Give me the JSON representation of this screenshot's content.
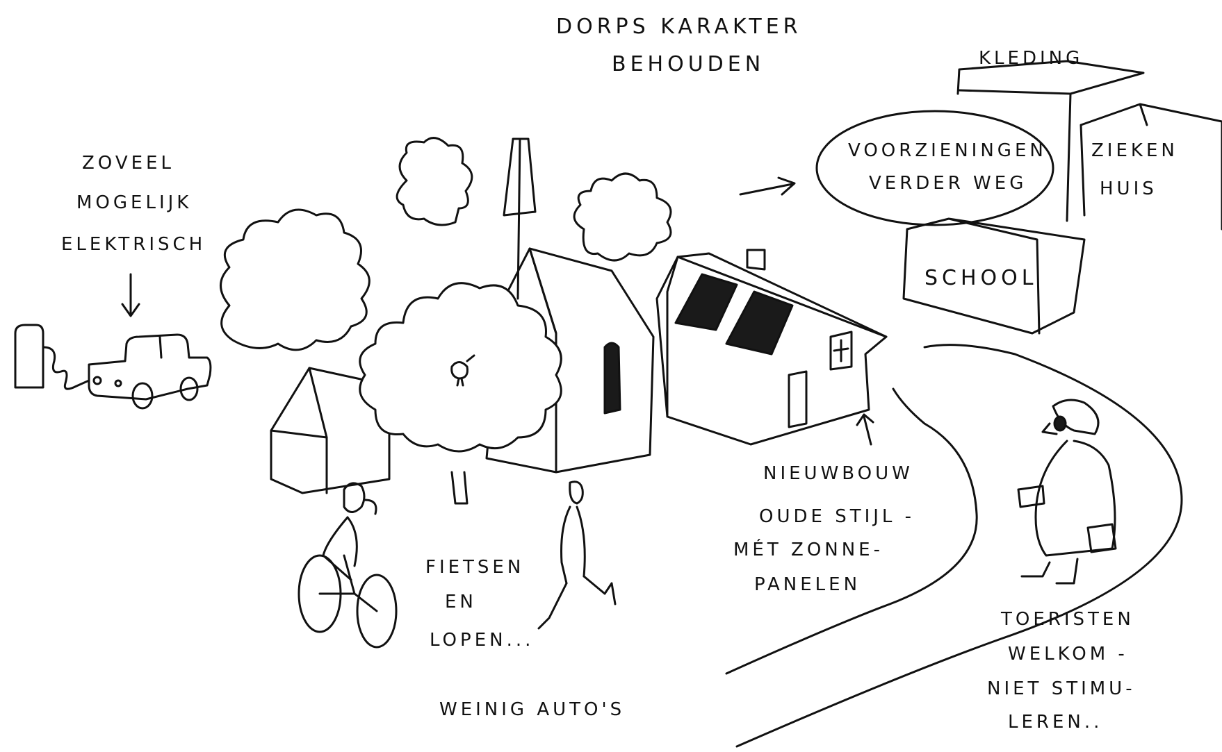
{
  "title": [
    "DORPS KARAKTER",
    "BEHOUDEN"
  ],
  "electric": [
    "ZOVEEL",
    "MOGELIJK",
    "ELEKTRISCH"
  ],
  "facilities": [
    "VOORZIENINGEN",
    "VERDER WEG"
  ],
  "buildings": {
    "clothing": "KLEDING",
    "hospital": [
      "ZIEKEN",
      "HUIS"
    ],
    "school": "SCHOOL"
  },
  "newbuild": [
    "NIEUWBOUW",
    "OUDE STIJL -",
    "MÉT ZONNE-",
    "PANELEN"
  ],
  "cycling": [
    "FIETSEN",
    "EN",
    "LOPEN..."
  ],
  "cars": "WEINIG AUTO'S",
  "tourists": [
    "TOERISTEN",
    "WELKOM -",
    "NIET STIMU-",
    "LEREN.."
  ]
}
